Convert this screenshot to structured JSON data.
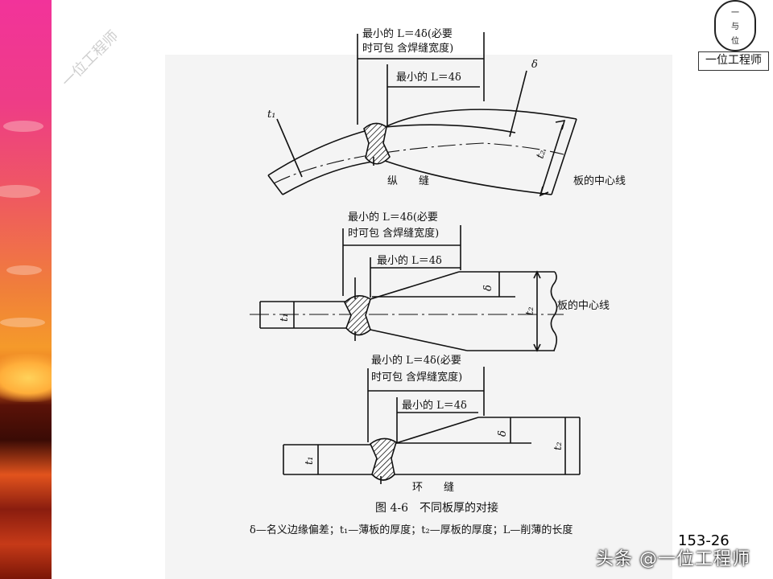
{
  "watermark": "一位工程师",
  "logo": {
    "glyphs": [
      "一",
      "与",
      "位"
    ],
    "title": "一位工程师"
  },
  "diagram1": {
    "label_min_incl": "最小的 L＝4δ(必要",
    "label_min_incl_2": "时可包 含焊缝宽度)",
    "label_min": "最小的 L＝4δ",
    "delta": "δ",
    "t1": "t₁",
    "t2": "t₂",
    "seam": "纵　　缝",
    "centerline": "板的中心线"
  },
  "diagram2": {
    "label_min_incl": "最小的 L＝4δ(必要",
    "label_min_incl_2": "时可包 含焊缝宽度)",
    "label_min": "最小的 L＝4δ",
    "delta": "δ",
    "t1": "t₁",
    "t2": "t₂",
    "centerline": "板的中心线"
  },
  "diagram3": {
    "label_min_incl": "最小的 L＝4δ(必要",
    "label_min_incl_2": "时可包 含焊缝宽度)",
    "label_min": "最小的 L＝4δ",
    "delta": "δ",
    "t1": "t₁",
    "t2": "t₂",
    "seam": "环　　缝"
  },
  "caption": "图 4-6　不同板厚的对接",
  "legend": "δ—名义边缘偏差；t₁—薄板的厚度；t₂—厚板的厚度；L—削薄的长度",
  "page_number": "153-26",
  "source": "头条 @一位工程师"
}
